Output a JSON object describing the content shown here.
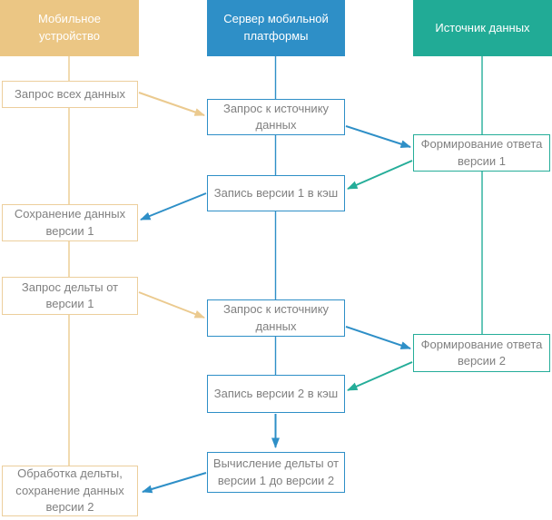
{
  "colors": {
    "lane_mobile": "#EBC684",
    "lane_server": "#2E8FC7",
    "lane_source": "#21AB96",
    "line_tan": "#EBCA8F",
    "border_tan": "#ECCE9C",
    "line_blue": "#2E8FC7",
    "line_teal": "#25AD99",
    "box_text": "#808080",
    "header_text": "#FFFFFF"
  },
  "diagram": {
    "lanes": [
      {
        "id": "mobile",
        "label": "Мобильное устройство"
      },
      {
        "id": "server",
        "label": "Сервер мобильной платформы"
      },
      {
        "id": "source",
        "label": "Источник данных"
      }
    ],
    "boxes": [
      {
        "id": "request-all-data",
        "lane": "mobile",
        "label": "Запрос всех данных"
      },
      {
        "id": "request-to-source-1",
        "lane": "server",
        "label": "Запрос к источнику данных"
      },
      {
        "id": "form-response-v1",
        "lane": "source",
        "label": "Формирование ответа версии 1"
      },
      {
        "id": "write-v1-cache",
        "lane": "server",
        "label": "Запись версии 1 в кэш"
      },
      {
        "id": "save-data-v1",
        "lane": "mobile",
        "label": "Сохранение данных версии 1"
      },
      {
        "id": "request-delta-v1",
        "lane": "mobile",
        "label": "Запрос дельты от версии 1"
      },
      {
        "id": "request-to-source-2",
        "lane": "server",
        "label": "Запрос к источнику данных"
      },
      {
        "id": "form-response-v2",
        "lane": "source",
        "label": "Формирование ответа версии 2"
      },
      {
        "id": "write-v2-cache",
        "lane": "server",
        "label": "Запись версии 2 в кэш"
      },
      {
        "id": "compute-delta",
        "lane": "server",
        "label": "Вычисление дельты от версии 1 до версии 2"
      },
      {
        "id": "process-delta-save-v2",
        "lane": "mobile",
        "label": "Обработка дельты, сохранение данных версии 2"
      }
    ],
    "edges": [
      {
        "from": "request-all-data",
        "to": "request-to-source-1",
        "color": "tan"
      },
      {
        "from": "request-to-source-1",
        "to": "form-response-v1",
        "color": "blue"
      },
      {
        "from": "form-response-v1",
        "to": "write-v1-cache",
        "color": "teal"
      },
      {
        "from": "write-v1-cache",
        "to": "save-data-v1",
        "color": "blue"
      },
      {
        "from": "request-delta-v1",
        "to": "request-to-source-2",
        "color": "tan"
      },
      {
        "from": "request-to-source-2",
        "to": "form-response-v2",
        "color": "blue"
      },
      {
        "from": "form-response-v2",
        "to": "write-v2-cache",
        "color": "teal"
      },
      {
        "from": "write-v2-cache",
        "to": "compute-delta",
        "color": "blue"
      },
      {
        "from": "compute-delta",
        "to": "process-delta-save-v2",
        "color": "blue"
      }
    ]
  }
}
